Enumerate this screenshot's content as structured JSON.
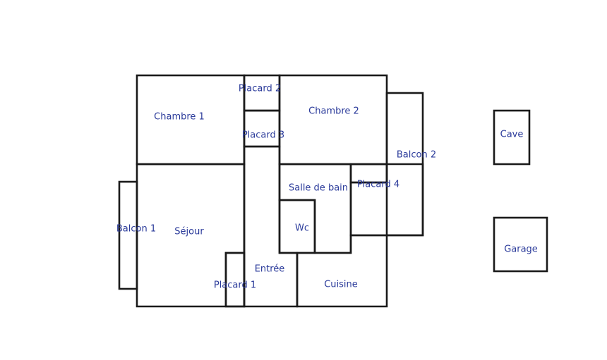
{
  "rooms": {
    "chambre_1": "Chambre 1",
    "placard_2": "Placard 2",
    "placard_3": "Placard 3",
    "chambre_2": "Chambre 2",
    "balcon_2": "Balcon 2",
    "cave": "Cave",
    "salle_de_bain": "Salle de bain",
    "placard_4": "Placard 4",
    "balcon_1": "Balcon 1",
    "sejour": "Séjour",
    "wc": "Wc",
    "garage": "Garage",
    "entree": "Entrée",
    "placard_1": "Placard 1",
    "cuisine": "Cuisine"
  }
}
